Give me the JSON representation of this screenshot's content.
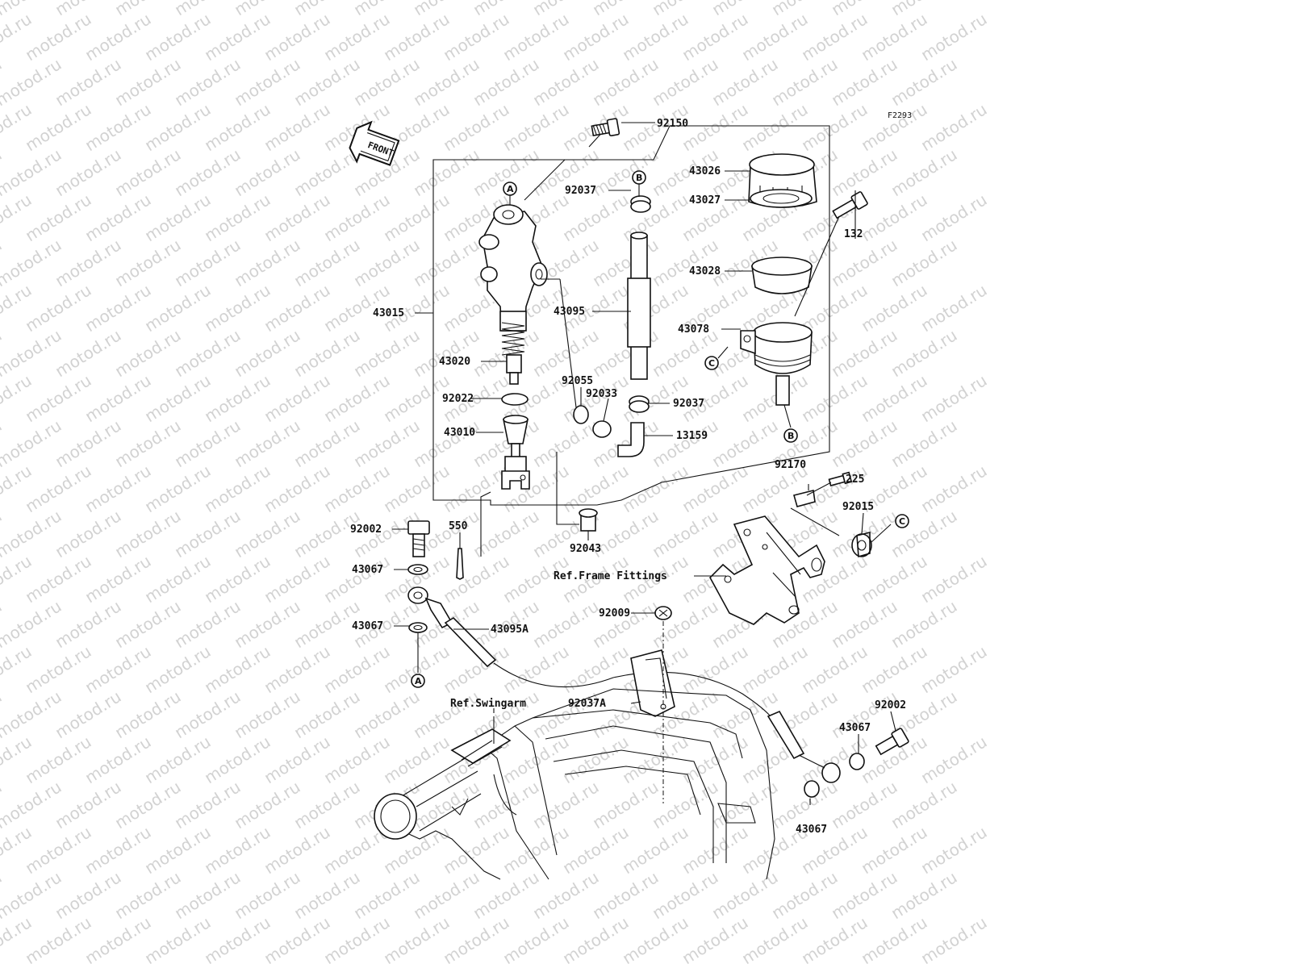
{
  "watermark": "motod.ru",
  "figure_code": "F2293",
  "front_label": "FRONT",
  "callouts": {
    "A": "A",
    "B": "B",
    "C": "C"
  },
  "parts": {
    "p92150": "92150",
    "p43026": "43026",
    "p92037_top": "92037",
    "p43027": "43027",
    "p43028": "43028",
    "p132": "132",
    "p43015": "43015",
    "p43095": "43095",
    "p43078": "43078",
    "p43020": "43020",
    "p92055": "92055",
    "p92033": "92033",
    "p92037_mid": "92037",
    "p92022": "92022",
    "p43010": "43010",
    "p13159": "13159",
    "p92170": "92170",
    "p225": "225",
    "p92015": "92015",
    "p92002_left": "92002",
    "p550": "550",
    "p92043": "92043",
    "p43067_a": "43067",
    "p43067_b": "43067",
    "p43095A": "43095A",
    "p92009": "92009",
    "p92037A": "92037A",
    "p92002_right": "92002",
    "p43067_c": "43067",
    "p43067_d": "43067"
  },
  "refs": {
    "frame_fittings": "Ref.Frame Fittings",
    "swingarm": "Ref.Swingarm"
  }
}
